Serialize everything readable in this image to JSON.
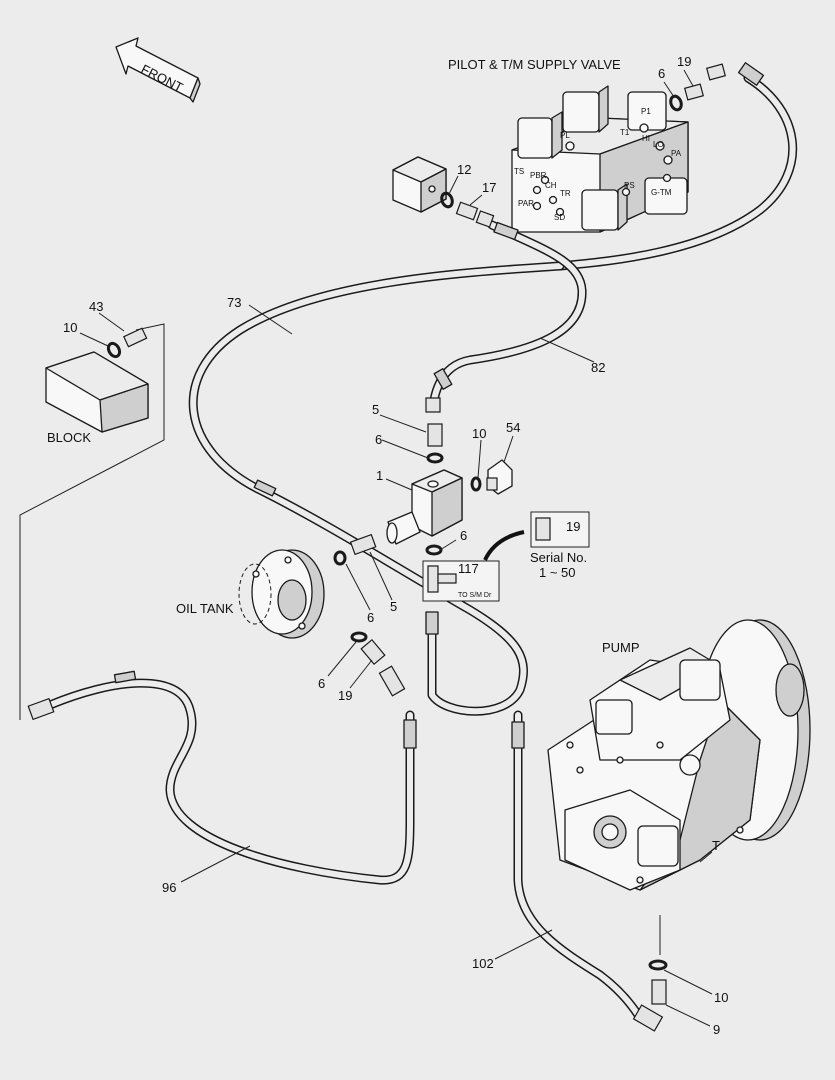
{
  "titles": {
    "pilot_valve": "PILOT & T/M SUPPLY VALVE",
    "front": "FRONT",
    "block": "BLOCK",
    "oil_tank": "OIL TANK",
    "pump": "PUMP",
    "serial_no": "Serial No.",
    "serial_range": "1 ~ 50",
    "to_sm_dr": "TO S/M Dr",
    "pump_port_t": "T"
  },
  "valve_ports": [
    "P1",
    "T1",
    "HI",
    "LO",
    "PA",
    "PL",
    "TS",
    "PBR",
    "CH",
    "TR",
    "PAR",
    "SD",
    "PS",
    "G-TM"
  ],
  "callouts": {
    "c19_top": "19",
    "c6_top": "6",
    "c12": "12",
    "c17": "17",
    "c43": "43",
    "c10_block": "10",
    "c73": "73",
    "c82": "82",
    "c5_upper": "5",
    "c6_upper": "6",
    "c10_mid": "10",
    "c54": "54",
    "c1": "1",
    "c6_lower": "6",
    "c19_serial": "19",
    "c117": "117",
    "c6_tank": "6",
    "c5_lower": "5",
    "c6_left": "6",
    "c19_left": "19",
    "c96": "96",
    "c102": "102",
    "c10_bottom": "10",
    "c9": "9"
  }
}
